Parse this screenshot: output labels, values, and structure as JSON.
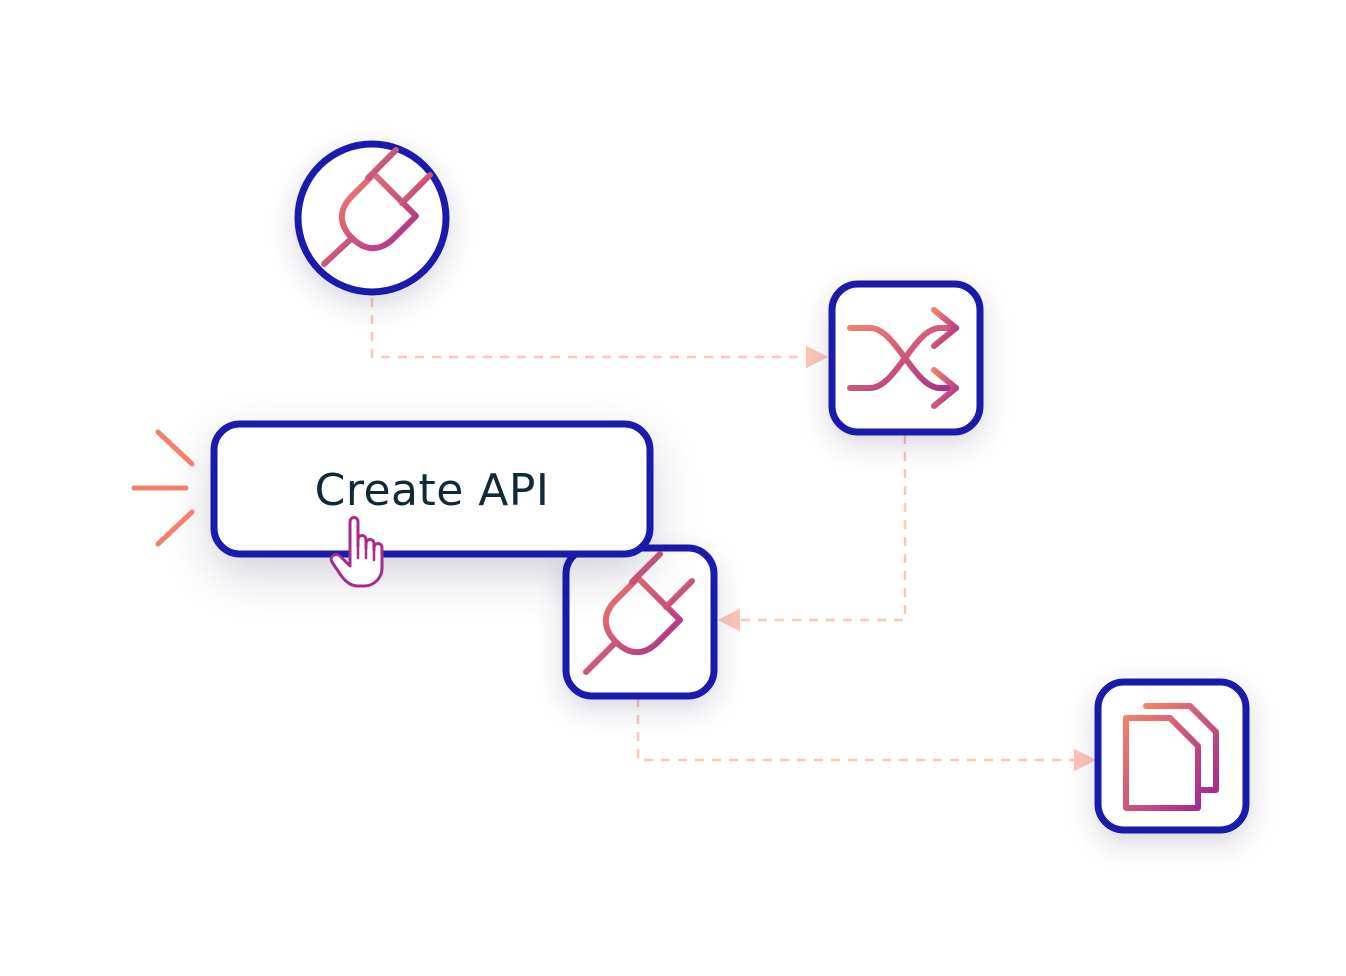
{
  "button": {
    "label": "Create API"
  },
  "colors": {
    "node_border": "#1a1aad",
    "connector": "#fcc5b8",
    "accent_start": "#f4806a",
    "accent_end": "#a52c8e",
    "label_text": "#0f2a36",
    "background": "#ffffff"
  },
  "nodes": [
    {
      "id": "plug-circle",
      "icon": "plug-icon"
    },
    {
      "id": "shuffle",
      "icon": "shuffle-icon"
    },
    {
      "id": "plug-square",
      "icon": "plug-icon"
    },
    {
      "id": "documents",
      "icon": "documents-chart-icon"
    }
  ],
  "edges": [
    {
      "from": "plug-circle",
      "to": "shuffle"
    },
    {
      "from": "shuffle",
      "to": "plug-square"
    },
    {
      "from": "plug-square",
      "to": "documents"
    }
  ]
}
